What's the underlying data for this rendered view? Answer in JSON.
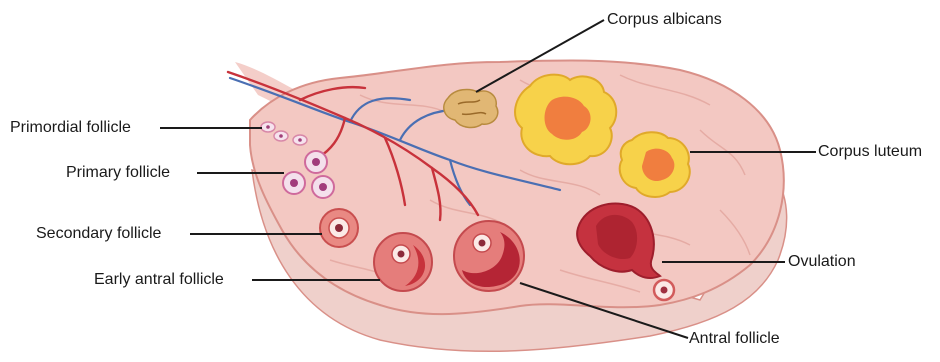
{
  "labels": {
    "corpus_albicans": "Corpus albicans",
    "primordial_follicle": "Primordial follicle",
    "primary_follicle": "Primary follicle",
    "secondary_follicle": "Secondary follicle",
    "early_antral_follicle": "Early antral follicle",
    "corpus_luteum": "Corpus luteum",
    "ovulation": "Ovulation",
    "antral_follicle": "Antral follicle"
  },
  "colors": {
    "ovary_fill": "#f3c8c2",
    "ovary_edge": "#d99088",
    "stroma_lines": "#e2a59d",
    "artery": "#c8323b",
    "vein": "#4a6fb3",
    "follicle_outer": "#e57d7b",
    "follicle_antrum": "#c7333c",
    "corpus_luteum_yellow": "#f7d24a",
    "corpus_luteum_core": "#f07e3f",
    "corpus_albicans": "#e1b774"
  }
}
